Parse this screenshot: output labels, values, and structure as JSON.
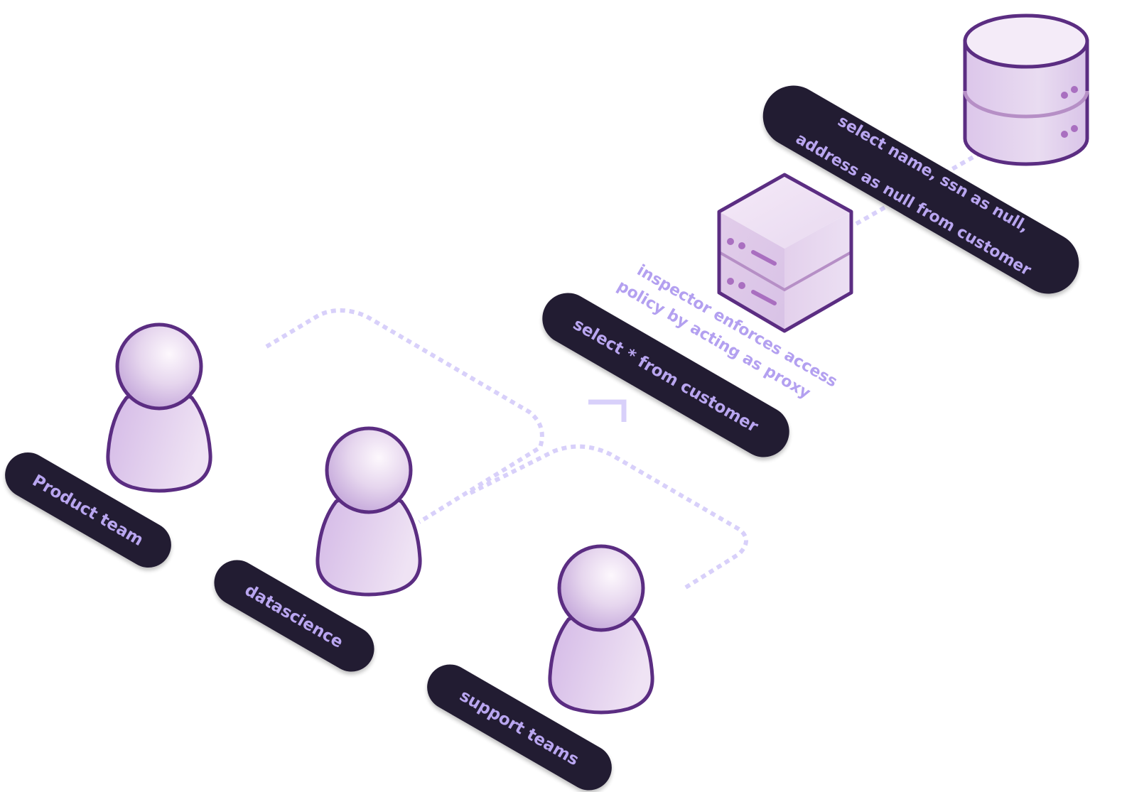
{
  "diagram": {
    "users": [
      {
        "label": "Product team"
      },
      {
        "label": "datascience"
      },
      {
        "label": "support teams"
      }
    ],
    "query_client": "select *  from customer",
    "query_rewritten_line1": "select name, ssn as null,",
    "query_rewritten_line2": "address as null from customer",
    "proxy_note_line1": "inspector enforces access",
    "proxy_note_line2": "policy by acting as proxy"
  },
  "colors": {
    "pill_fill": "#231a33",
    "pill_text": "#b9a6f0",
    "outline": "#5b2d82",
    "body_light": "#f3e9f7",
    "body_mid": "#dcc6ea",
    "dash": "#d8d0fa"
  },
  "icons": {
    "users": "person-icon",
    "proxy": "server-icon",
    "database": "database-icon",
    "arrow": "arrow-up-right-icon"
  }
}
